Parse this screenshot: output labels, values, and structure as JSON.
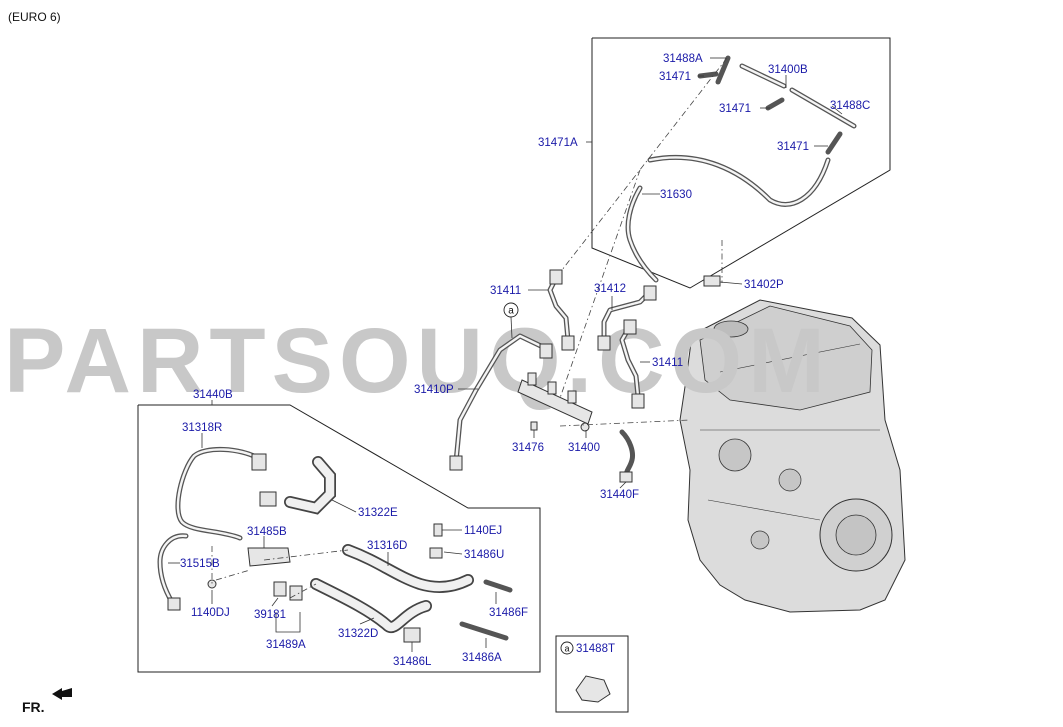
{
  "header": {
    "variant": "(EURO 6)"
  },
  "watermark": "PARTSOUQ.COM",
  "footer": {
    "direction": "FR."
  },
  "callout": {
    "ref": "a"
  },
  "inset": {
    "ref": "a",
    "part": "31488T"
  },
  "parts": {
    "p31488A": "31488A",
    "p31471_top": "31471",
    "p31400B": "31400B",
    "p31471_mid": "31471",
    "p31488C": "31488C",
    "p31471A": "31471A",
    "p31471_right": "31471",
    "p31630": "31630",
    "p31411_left": "31411",
    "p31412": "31412",
    "p31402P": "31402P",
    "p31411_right": "31411",
    "p31410P": "31410P",
    "p31440B": "31440B",
    "p31476": "31476",
    "p31400": "31400",
    "p31318R": "31318R",
    "p31440F": "31440F",
    "p31322E": "31322E",
    "p31485B": "31485B",
    "p1140EJ": "1140EJ",
    "p31316D": "31316D",
    "p31486U": "31486U",
    "p31515B": "31515B",
    "p1140DJ": "1140DJ",
    "p39181": "39181",
    "p31486F": "31486F",
    "p31322D": "31322D",
    "p31489A": "31489A",
    "p31486A": "31486A",
    "p31486L": "31486L"
  }
}
